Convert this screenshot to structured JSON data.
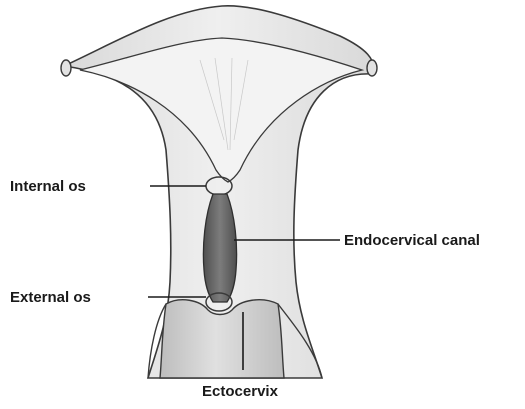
{
  "labels": {
    "internal_os": "Internal os",
    "external_os": "External os",
    "endocervical_canal": "Endocervical canal",
    "ectocervix": "Ectocervix"
  },
  "colors": {
    "outline": "#3a3a3a",
    "tissue_fill": "#e6e6e6",
    "inner_fill": "#f3f3f3",
    "canal_fill": "#6d6d6d",
    "ectocervix_fill": "#d0d0d0",
    "text": "#1a1a1a"
  }
}
